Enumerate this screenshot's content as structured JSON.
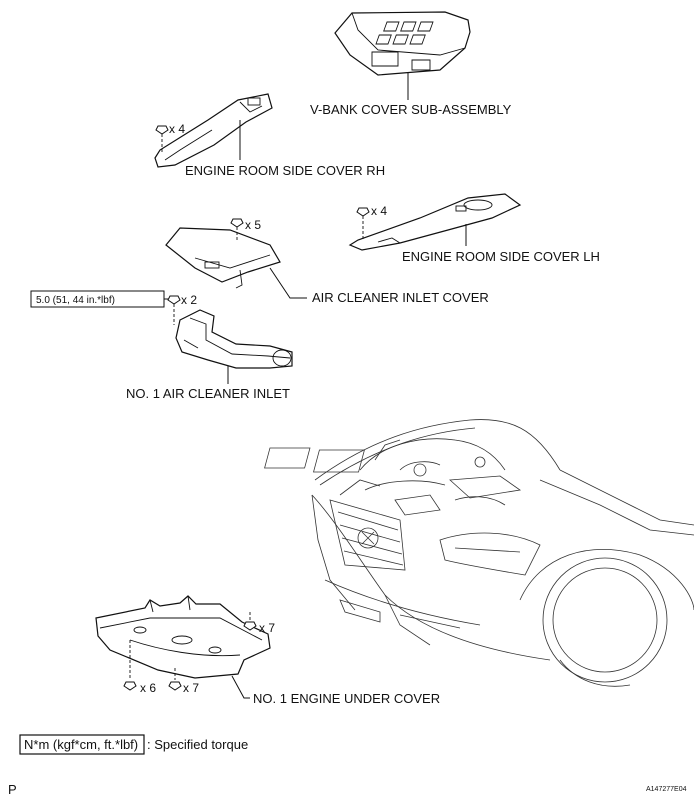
{
  "labels": {
    "v_bank_cover": "V-BANK COVER SUB-ASSEMBLY",
    "engine_room_side_cover_rh": "ENGINE ROOM SIDE COVER RH",
    "engine_room_side_cover_lh": "ENGINE ROOM SIDE COVER LH",
    "air_cleaner_inlet_cover": "AIR CLEANER INLET COVER",
    "no1_air_cleaner_inlet": "NO. 1 AIR CLEANER INLET",
    "no1_engine_under_cover": "NO. 1 ENGINE UNDER COVER"
  },
  "fastener_counts": {
    "rh_cover": "x 4",
    "lh_cover": "x 4",
    "inlet_cover": "x 5",
    "air_cleaner_inlet": "x 2",
    "under_cover_right": "x 7",
    "under_cover_left": "x 6",
    "under_cover_mid": "x 7"
  },
  "torque_spec": "5.0 (51, 44 in.*lbf)",
  "legend": {
    "unit_box": "N*m (kgf*cm, ft.*lbf)",
    "description": ": Specified torque"
  },
  "footer": {
    "left_mark": "P",
    "figure_id": "A147277E04"
  }
}
